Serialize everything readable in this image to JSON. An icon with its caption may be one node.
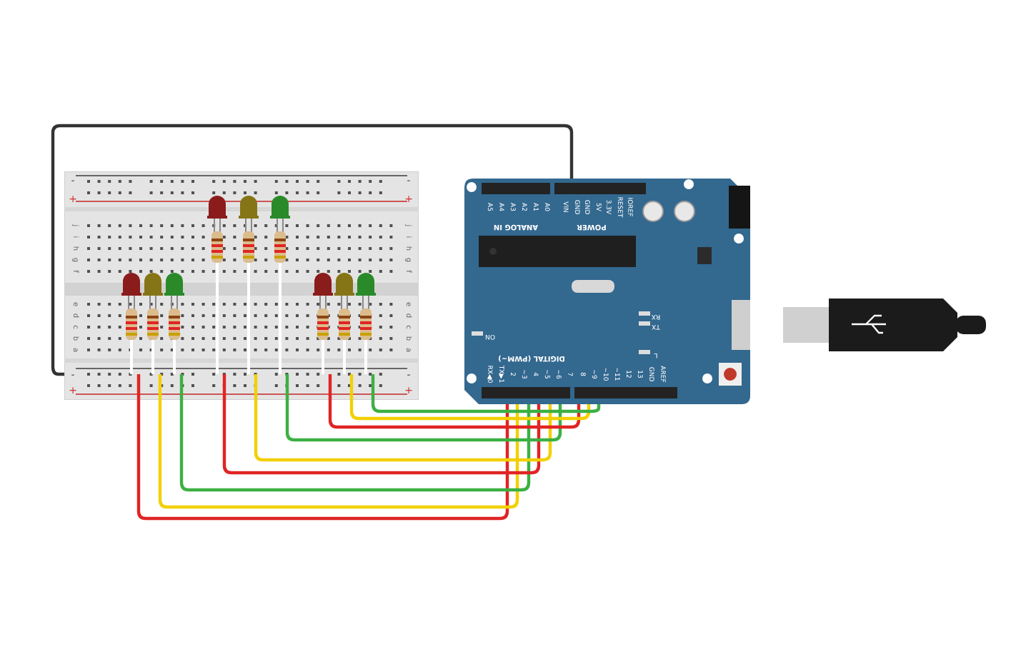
{
  "diagram": {
    "nodes": [
      {
        "text": [],
        "shape": "picture"
      },
      {
        "text": [],
        "shape": "picture"
      },
      {
        "text": [],
        "shape": "picture",
        "in": 0
      },
      {
        "text": [],
        "shape": "picture",
        "in": 0
      },
      {
        "text": [],
        "shape": "picture",
        "in": 0
      },
      {
        "text": [],
        "shape": "picture",
        "in": 0
      },
      {
        "text": [],
        "shape": "picture",
        "in": 0
      },
      {
        "text": [],
        "shape": "picture",
        "in": 0
      },
      {
        "text": [],
        "shape": "picture",
        "in": 0
      },
      {
        "text": [],
        "shape": "picture",
        "in": 0
      },
      {
        "text": [],
        "shape": "picture",
        "in": 0
      },
      {
        "text": [],
        "shape": "picture"
      }
    ],
    "edges": [
      {
        "from": 2,
        "to": 1,
        "arrow": "none",
        "color": "#e02424"
      },
      {
        "from": 3,
        "to": 1,
        "arrow": "none",
        "color": "#f2d000"
      },
      {
        "from": 4,
        "to": 1,
        "arrow": "none",
        "color": "#3cb043"
      },
      {
        "from": 5,
        "to": 1,
        "arrow": "none",
        "color": "#e02424"
      },
      {
        "from": 6,
        "to": 1,
        "arrow": "none",
        "color": "#f2d000"
      },
      {
        "from": 7,
        "to": 1,
        "arrow": "none",
        "color": "#3cb043"
      },
      {
        "from": 8,
        "to": 1,
        "arrow": "none",
        "color": "#e02424"
      },
      {
        "from": 9,
        "to": 1,
        "arrow": "none",
        "color": "#f2d000"
      },
      {
        "from": 10,
        "to": 1,
        "arrow": "none",
        "color": "#3cb043"
      },
      {
        "from": 1,
        "to": 0,
        "arrow": "none",
        "color": "#333333"
      }
    ],
    "labels": [
      "-",
      "-",
      "+",
      "+",
      "j",
      "j",
      "i",
      "i",
      "h",
      "h",
      "g",
      "g",
      "f",
      "f",
      "e",
      "e",
      "d",
      "d",
      "c",
      "c",
      "b",
      "b",
      "a",
      "a",
      "-",
      "-",
      "+",
      "+",
      "A5",
      "A4",
      "A3",
      "A2",
      "A1",
      "A0",
      "VIN",
      "GND",
      "GND",
      "5V",
      "3.3V",
      "RESET",
      "IOREF",
      "ANALOG IN",
      "POWER",
      "ON",
      "RX",
      "TX",
      "L",
      "DIGITAL (PWM~)",
      "RX◀0",
      "TX▶1",
      "2",
      "~3",
      "4",
      "~5",
      "~6",
      "7",
      "8",
      "~9",
      "~10",
      "~11",
      "12",
      "13",
      "GND",
      "AREF"
    ]
  }
}
